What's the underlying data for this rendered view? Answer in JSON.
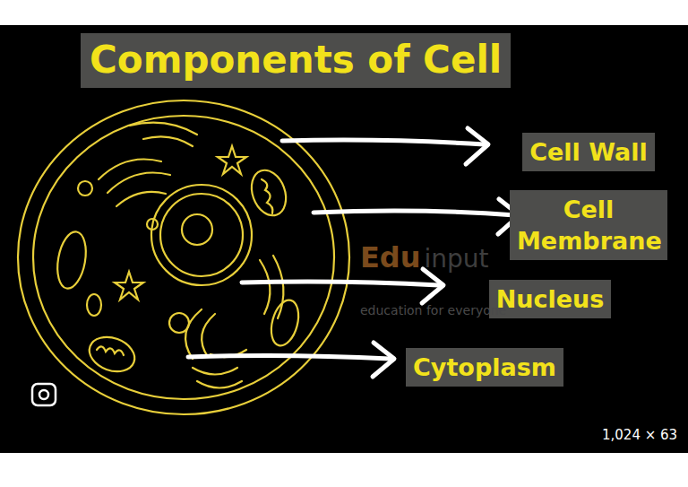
{
  "diagram": {
    "title": "Components of Cell",
    "nodes": [
      {
        "text": [
          "Cell Wall"
        ]
      },
      {
        "text": [
          "Cell Membrane"
        ]
      },
      {
        "text": [
          "Nucleus"
        ]
      },
      {
        "text": [
          "Cytoplasm"
        ]
      }
    ],
    "labels": [
      "Edu",
      "input",
      "education for everyone",
      "1,024 × 63"
    ]
  }
}
